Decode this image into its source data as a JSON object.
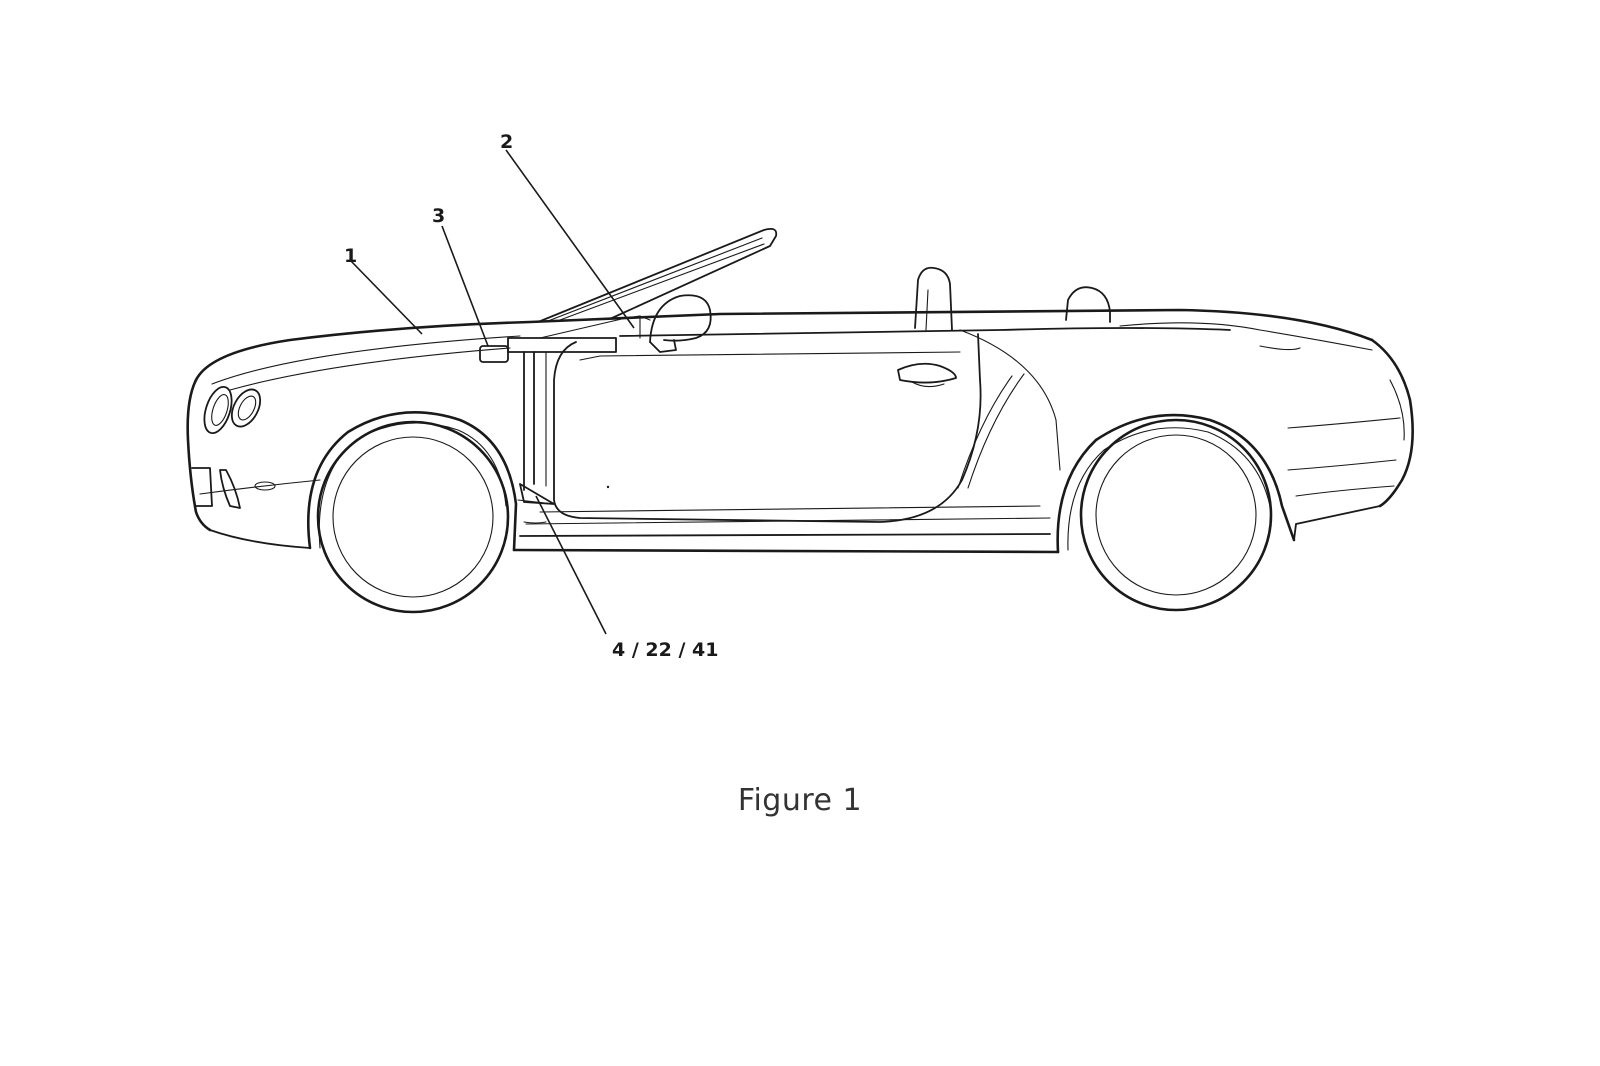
{
  "figure": {
    "caption": "Figure 1",
    "ink_color": "#1a1a1a",
    "background_color": "#ffffff"
  },
  "labels": {
    "vehicle": "1",
    "windshield_sensor": "2",
    "mirror_unit": "3",
    "sill_component": "4 / 22 / 41"
  }
}
